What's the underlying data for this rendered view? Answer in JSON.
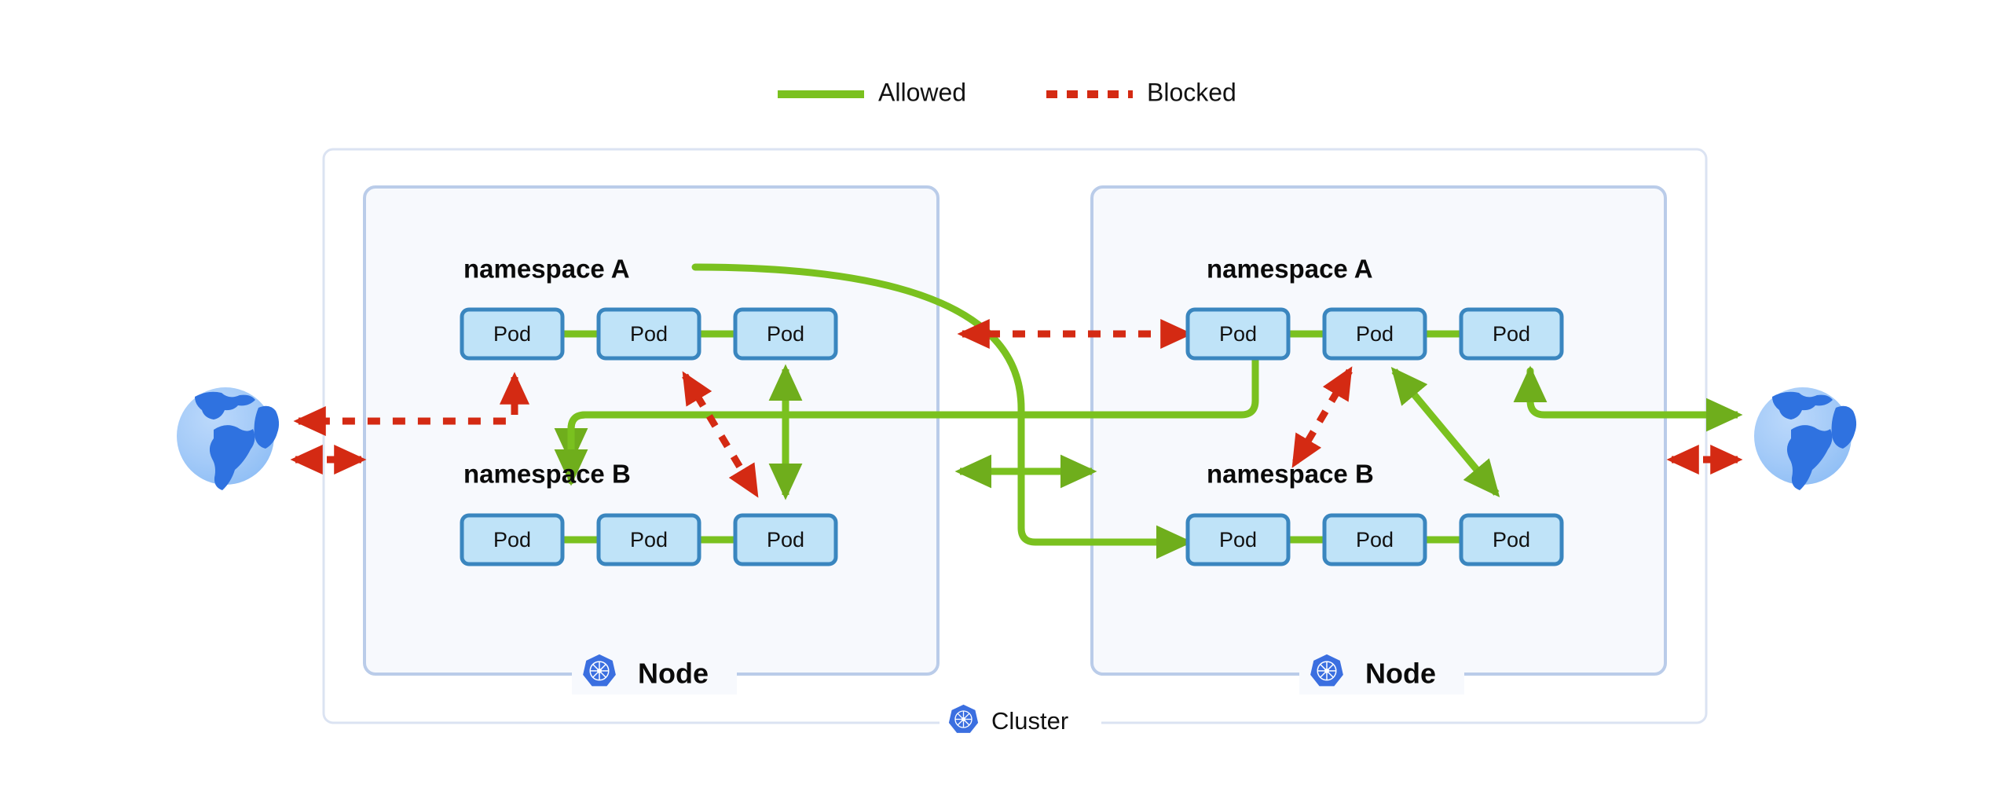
{
  "legend": {
    "items": [
      {
        "id": "allowed",
        "label": "Allowed",
        "style": "solid",
        "color": "#7ac11f"
      },
      {
        "id": "blocked",
        "label": "Blocked",
        "style": "dotted",
        "color": "#d42a13"
      }
    ]
  },
  "colors": {
    "allowed_green": "#7ac11f",
    "blocked_red": "#d42a13",
    "pod_fill": "#bfe3f8",
    "pod_stroke": "#3a86bf",
    "node_fill": "#f7f9fd",
    "node_stroke": "#bacce9",
    "cluster_fill": "#ffffff",
    "cluster_stroke": "#dbe3f2",
    "k8s_blue": "#3b6fe0",
    "globe_light": "#a8cdf7",
    "globe_dark": "#2f72e0"
  },
  "cluster": {
    "label": "Cluster",
    "icon": "kubernetes-icon"
  },
  "nodes": [
    {
      "id": "node-left",
      "label": "Node",
      "icon": "kubernetes-icon",
      "namespaces": [
        {
          "id": "left-ns-a",
          "label": "namespace A",
          "pods": [
            {
              "id": "left-a-pod1",
              "label": "Pod"
            },
            {
              "id": "left-a-pod2",
              "label": "Pod"
            },
            {
              "id": "left-a-pod3",
              "label": "Pod"
            }
          ]
        },
        {
          "id": "left-ns-b",
          "label": "namespace B",
          "pods": [
            {
              "id": "left-b-pod1",
              "label": "Pod"
            },
            {
              "id": "left-b-pod2",
              "label": "Pod"
            },
            {
              "id": "left-b-pod3",
              "label": "Pod"
            }
          ]
        }
      ]
    },
    {
      "id": "node-right",
      "label": "Node",
      "icon": "kubernetes-icon",
      "namespaces": [
        {
          "id": "right-ns-a",
          "label": "namespace A",
          "pods": [
            {
              "id": "right-a-pod1",
              "label": "Pod"
            },
            {
              "id": "right-a-pod2",
              "label": "Pod"
            },
            {
              "id": "right-a-pod3",
              "label": "Pod"
            }
          ]
        },
        {
          "id": "right-ns-b",
          "label": "namespace B",
          "pods": [
            {
              "id": "right-b-pod1",
              "label": "Pod"
            },
            {
              "id": "right-b-pod2",
              "label": "Pod"
            },
            {
              "id": "right-b-pod3",
              "label": "Pod"
            }
          ]
        }
      ]
    }
  ],
  "externals": [
    {
      "id": "globe-left",
      "icon": "globe-icon",
      "side": "left"
    },
    {
      "id": "globe-right",
      "icon": "globe-icon",
      "side": "right"
    }
  ],
  "connections": [
    {
      "id": "left-a-pod1-to-pod2",
      "kind": "allowed",
      "from": "left-a-pod1",
      "to": "left-a-pod2"
    },
    {
      "id": "left-a-pod2-to-pod3",
      "kind": "allowed",
      "from": "left-a-pod2",
      "to": "left-a-pod3"
    },
    {
      "id": "left-b-pod1-to-pod2",
      "kind": "allowed",
      "from": "left-b-pod1",
      "to": "left-b-pod2"
    },
    {
      "id": "left-b-pod2-to-pod3",
      "kind": "allowed",
      "from": "left-b-pod2",
      "to": "left-b-pod3"
    },
    {
      "id": "left-a-pod3-to-b-pod3",
      "kind": "allowed",
      "from": "left-a-pod3",
      "to": "left-b-pod3",
      "bidirectional": true
    },
    {
      "id": "left-a-pod2-to-b-pod3-blocked",
      "kind": "blocked",
      "from": "left-a-pod2",
      "to": "left-b-pod3",
      "bidirectional": true
    },
    {
      "id": "left-a-pod1-to-internet-blocked",
      "kind": "blocked",
      "from": "left-a-pod1",
      "to": "globe-left"
    },
    {
      "id": "globe-left-blocked",
      "kind": "blocked",
      "from": "globe-left",
      "to": "cluster",
      "bidirectional": true
    },
    {
      "id": "right-a-pod1-to-pod2",
      "kind": "allowed",
      "from": "right-a-pod1",
      "to": "right-a-pod2"
    },
    {
      "id": "right-a-pod2-to-pod3",
      "kind": "allowed",
      "from": "right-a-pod2",
      "to": "right-a-pod3"
    },
    {
      "id": "right-b-pod1-to-pod2",
      "kind": "allowed",
      "from": "right-b-pod1",
      "to": "right-b-pod2"
    },
    {
      "id": "right-b-pod2-to-pod3",
      "kind": "allowed",
      "from": "right-b-pod2",
      "to": "right-b-pod3"
    },
    {
      "id": "right-a-pod2-to-b-pod3",
      "kind": "allowed",
      "from": "right-a-pod2",
      "to": "right-b-pod3",
      "bidirectional": true
    },
    {
      "id": "right-a-pod2-to-b-blocked",
      "kind": "blocked",
      "from": "right-ns-b",
      "to": "right-a-pod2",
      "bidirectional": true
    },
    {
      "id": "right-a-pod3-to-internet",
      "kind": "allowed",
      "from": "right-a-pod3",
      "to": "globe-right"
    },
    {
      "id": "globe-right-blocked",
      "kind": "blocked",
      "from": "globe-right",
      "to": "cluster",
      "bidirectional": true
    },
    {
      "id": "cross-node-a-to-a-blocked",
      "kind": "blocked",
      "from": "right-a-pod1",
      "to": "left-ns-a",
      "bidirectional": true
    },
    {
      "id": "cross-node-b-to-b",
      "kind": "allowed",
      "from": "left-ns-b",
      "to": "right-ns-b",
      "bidirectional": true
    },
    {
      "id": "right-a-pod1-to-left-ns-a",
      "kind": "allowed",
      "from": "right-a-pod1",
      "to": "left-ns-a"
    },
    {
      "id": "left-ns-b-to-right-ns-b",
      "kind": "allowed",
      "from": "left-ns-b",
      "to": "right-b-pod1"
    }
  ]
}
